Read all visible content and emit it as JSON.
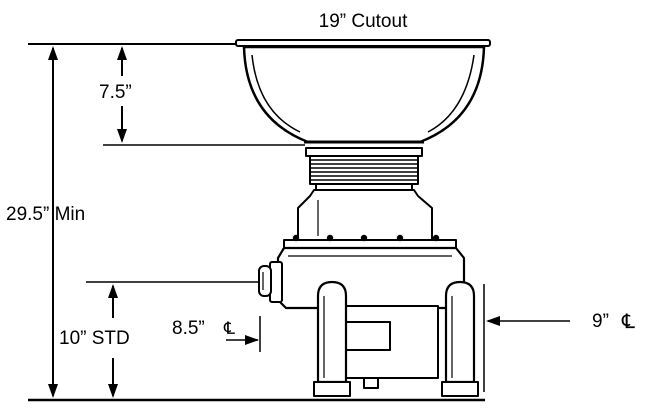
{
  "labels": {
    "cutout": "19” Cutout",
    "bowl_depth": "7.5”",
    "overall_height": "29.5” Min",
    "inlet_height": "10” STD",
    "inlet_centerline": "8.5”",
    "side_centerline": "9”",
    "centerline_symbol": "℄"
  },
  "colors": {
    "line": "#000000",
    "background": "#ffffff"
  }
}
